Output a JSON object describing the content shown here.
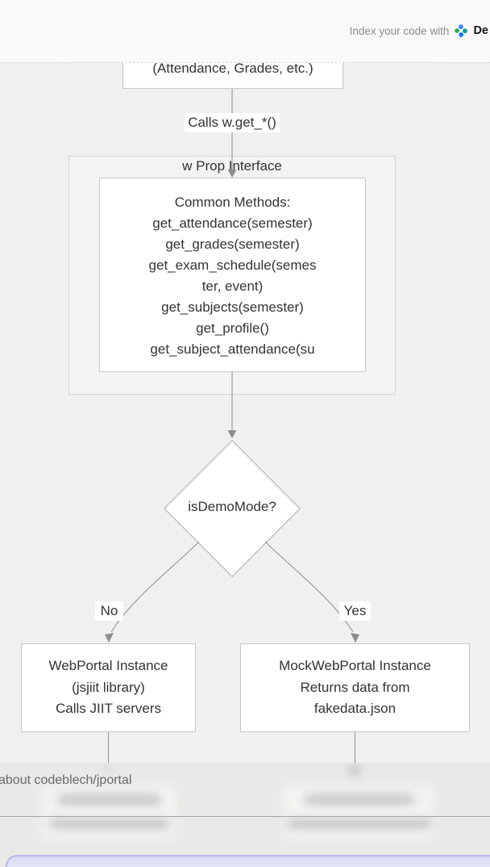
{
  "header": {
    "promo_prefix": "Index your code with",
    "brand_fragment": "De"
  },
  "diagram": {
    "top_node_label": "(Attendance, Grades, etc.)",
    "edge_label_calls": "Calls w.get_*()",
    "subgraph_title": "w Prop Interface",
    "methods_node": {
      "lines": [
        "Common Methods:",
        "get_attendance(semester)",
        "get_grades(semester)",
        "get_exam_schedule(semes",
        "ter, event)",
        "get_subjects(semester)",
        "get_profile()",
        "get_subject_attendance(su"
      ]
    },
    "decision_label": "isDemoMode?",
    "branch_no_label": "No",
    "branch_yes_label": "Yes",
    "webportal_node": {
      "lines": [
        "WebPortal Instance",
        "(jsjiit library)",
        "Calls JIIT servers"
      ]
    },
    "mockportal_node": {
      "lines": [
        "MockWebPortal Instance",
        "Returns data from",
        "fakedata.json"
      ]
    }
  },
  "footer": {
    "about_text": "about codeblech/jportal"
  },
  "colors": {
    "canvas_bg": "#f1f0ee",
    "header_bg": "#faf9f7",
    "node_fill": "#ffffff",
    "node_border": "#c9c7c4",
    "edge_stroke": "#9b9b9b",
    "lavender_bar": "#dbdbf3",
    "lavender_border": "#b6b6ec"
  }
}
